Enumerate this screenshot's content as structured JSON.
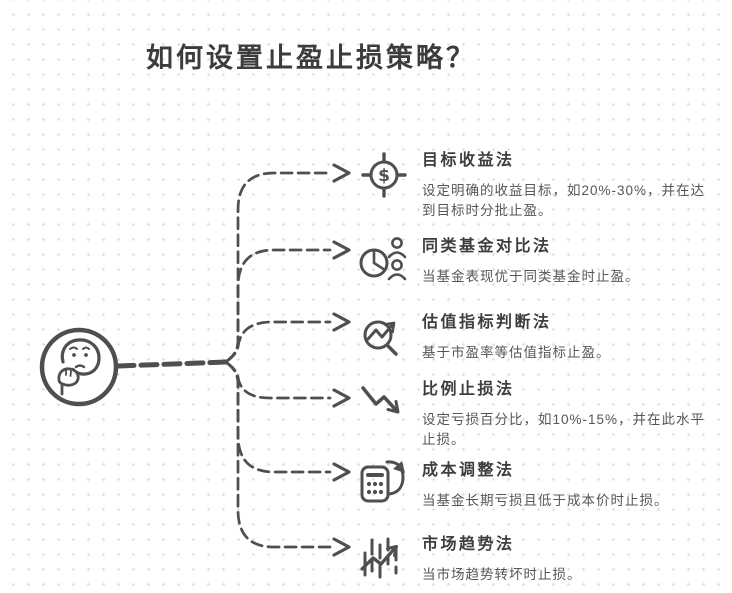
{
  "title": "如何设置止盈止损策略？",
  "colors": {
    "ink": "#4a4a4a",
    "title_ink": "#3c3c3c",
    "desc_ink": "#565656",
    "dot_grid": "#e2e2e2",
    "background": "#ffffff"
  },
  "center_node": {
    "icon": "thinking-face-icon"
  },
  "items": [
    {
      "icon": "dollar-target-icon",
      "title": "目标收益法",
      "desc": "设定明确的收益目标，如20%-30%，并在达到目标时分批止盈。"
    },
    {
      "icon": "pie-chart-users-icon",
      "title": "同类基金对比法",
      "desc": "当基金表现优于同类基金时止盈。"
    },
    {
      "icon": "magnifier-trend-icon",
      "title": "估值指标判断法",
      "desc": "基于市盈率等估值指标止盈。"
    },
    {
      "icon": "downtrend-arrow-icon",
      "title": "比例止损法",
      "desc": "设定亏损百分比，如10%-15%，并在此水平止损。"
    },
    {
      "icon": "calculator-refresh-icon",
      "title": "成本调整法",
      "desc": "当基金长期亏损且低于成本价时止损。"
    },
    {
      "icon": "market-bars-trend-icon",
      "title": "市场趋势法",
      "desc": "当市场趋势转坏时止损。"
    }
  ]
}
